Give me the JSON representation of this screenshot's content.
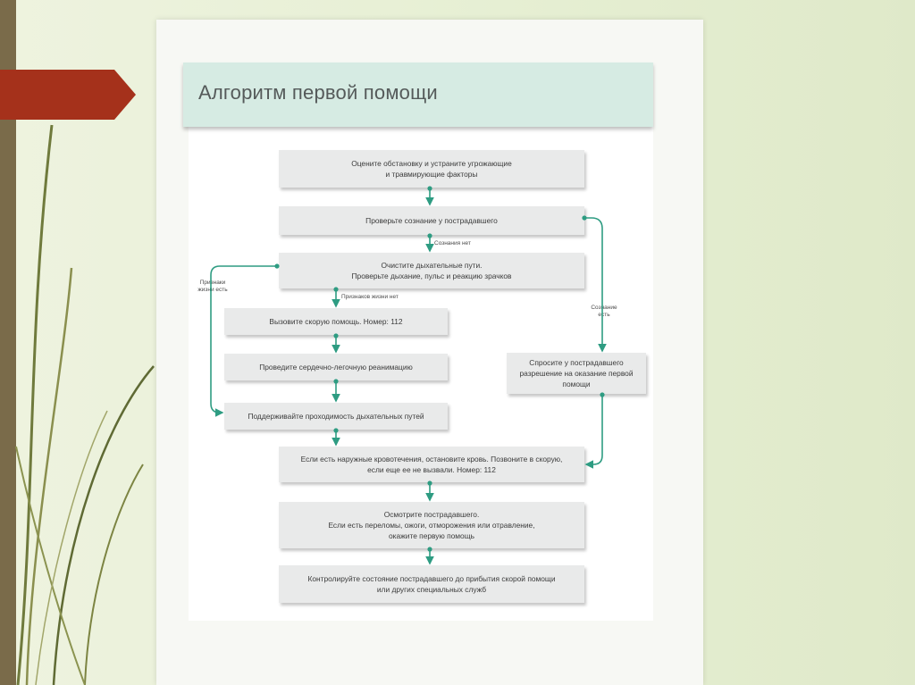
{
  "title": "Алгоритм первой помощи",
  "colors": {
    "accent": "#2e9c82",
    "title_band": "#d6ebe3",
    "box": "#e9eaea",
    "red_tab": "#a5311b"
  },
  "steps": {
    "assess": "Оцените обстановку и устраните угрожающие\nи травмирующие факторы",
    "consciousness": "Проверьте сознание у пострадавшего",
    "airway": "Очистите дыхательные пути.\nПроверьте дыхание, пульс и реакцию зрачков",
    "call": "Вызовите скорую помощь. Номер: 112",
    "cpr": "Проведите сердечно-легочную реанимацию",
    "maintain": "Поддерживайте проходимость дыхательных путей",
    "permission": "Спросите у пострадавшего\nразрешение на оказание первой\nпомощи",
    "bleeding": "Если есть наружные кровотечения, остановите кровь. Позвоните в скорую,\nесли еще ее не вызвали. Номер: 112",
    "examine": "Осмотрите пострадавшего.\nЕсли есть переломы, ожоги, отморожения или отравление,\nокажите первую помощь",
    "monitor": "Контролируйте состояние пострадавшего до прибытия скорой помощи\nили других специальных служб"
  },
  "labels": {
    "no_consciousness": "Сознания нет",
    "signs_of_life": "Признаки\nжизни есть",
    "no_signs_of_life": "Признаков жизни нет",
    "conscious": "Сознание\nесть"
  }
}
